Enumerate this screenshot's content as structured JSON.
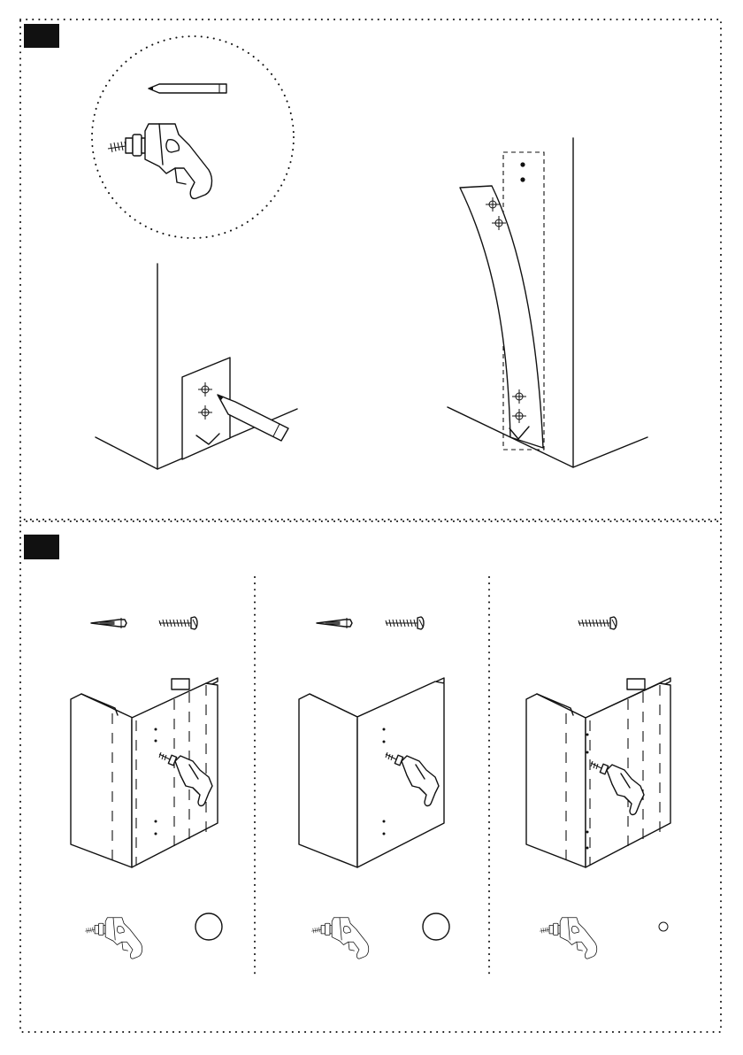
{
  "steps": [
    {
      "id": "step-1",
      "tools": [
        "pencil-icon",
        "drill-icon"
      ],
      "views": [
        "marking-holes-with-template",
        "template-against-wall"
      ]
    },
    {
      "id": "step-2",
      "options": [
        {
          "fasteners": [
            "wall-plug-icon",
            "screw-icon"
          ],
          "tool": "drill-icon",
          "bit_size": "large"
        },
        {
          "fasteners": [
            "wall-plug-icon",
            "screw-icon"
          ],
          "tool": "drill-icon",
          "bit_size": "large"
        },
        {
          "fasteners": [
            "screw-icon"
          ],
          "tool": "drill-icon",
          "bit_size": "small"
        }
      ]
    }
  ],
  "colors": {
    "ink": "#111111",
    "paper": "#ffffff"
  }
}
